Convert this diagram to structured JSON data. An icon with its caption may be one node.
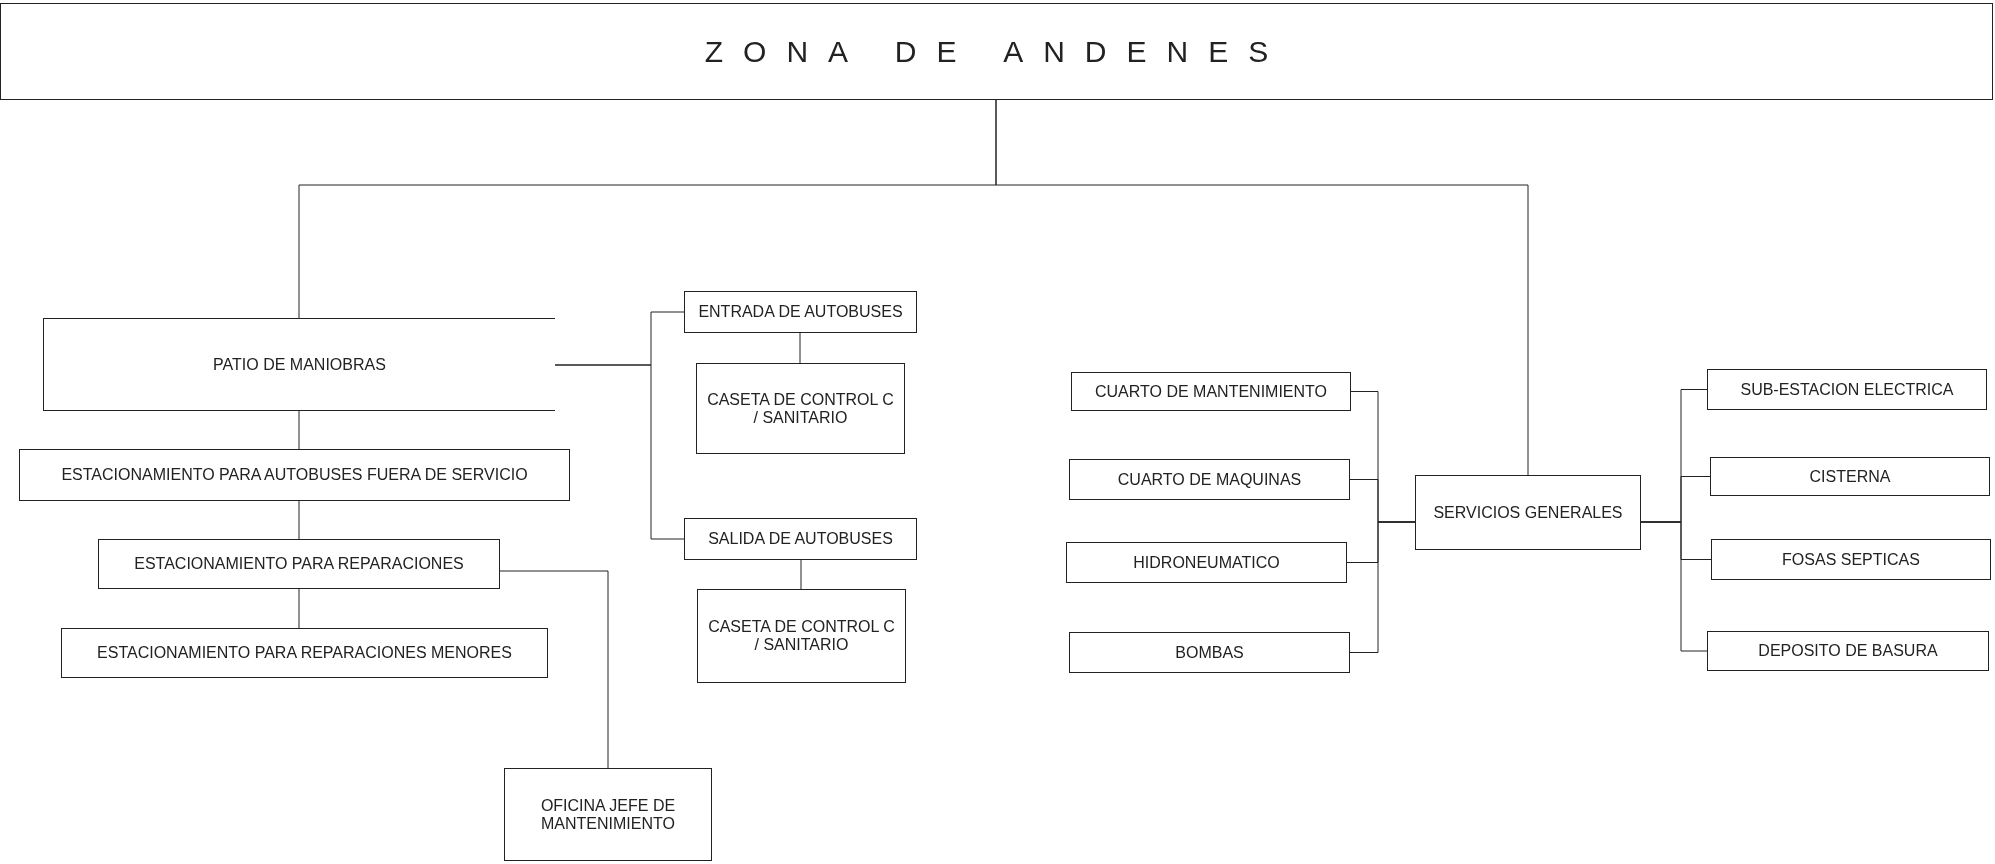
{
  "diagram": {
    "nodes": [
      {
        "text": [
          "ZONA DE ANDENES"
        ]
      },
      {
        "text": [
          "PATIO DE MANIOBRAS"
        ]
      },
      {
        "text": [
          "ESTACIONAMIENTO PARA AUTOBUSES FUERA DE SERVICIO"
        ]
      },
      {
        "text": [
          "ESTACIONAMIENTO PARA REPARACIONES"
        ]
      },
      {
        "text": [
          "ESTACIONAMIENTO PARA REPARACIONES MENORES"
        ]
      },
      {
        "text": [
          "OFICINA JEFE DE MANTENIMIENTO"
        ]
      },
      {
        "text": [
          "ENTRADA DE AUTOBUSES"
        ]
      },
      {
        "text": [
          "CASETA DE CONTROL C / SANITARIO"
        ]
      },
      {
        "text": [
          "SALIDA DE AUTOBUSES"
        ]
      },
      {
        "text": [
          "CASETA DE CONTROL C / SANITARIO"
        ]
      },
      {
        "text": [
          "CUARTO DE MANTENIMIENTO"
        ]
      },
      {
        "text": [
          "CUARTO DE MAQUINAS"
        ]
      },
      {
        "text": [
          "HIDRONEUMATICO"
        ]
      },
      {
        "text": [
          "BOMBAS"
        ]
      },
      {
        "text": [
          "SERVICIOS GENERALES"
        ]
      },
      {
        "text": [
          "SUB-ESTACION ELECTRICA"
        ]
      },
      {
        "text": [
          "CISTERNA"
        ]
      },
      {
        "text": [
          "FOSAS SEPTICAS"
        ]
      },
      {
        "text": [
          "DEPOSITO DE BASURA"
        ]
      }
    ],
    "edges": [
      {
        "from": 0,
        "to": 1,
        "arrow": "none"
      },
      {
        "from": 0,
        "to": 14,
        "arrow": "none"
      },
      {
        "from": 1,
        "to": 2,
        "arrow": "none"
      },
      {
        "from": 2,
        "to": 3,
        "arrow": "none"
      },
      {
        "from": 3,
        "to": 4,
        "arrow": "none"
      },
      {
        "from": 3,
        "to": 5,
        "arrow": "none"
      },
      {
        "from": 1,
        "to": 6,
        "arrow": "none"
      },
      {
        "from": 1,
        "to": 8,
        "arrow": "none"
      },
      {
        "from": 6,
        "to": 7,
        "arrow": "none"
      },
      {
        "from": 8,
        "to": 9,
        "arrow": "none"
      },
      {
        "from": 14,
        "to": 10,
        "arrow": "none"
      },
      {
        "from": 14,
        "to": 11,
        "arrow": "none"
      },
      {
        "from": 14,
        "to": 12,
        "arrow": "none"
      },
      {
        "from": 14,
        "to": 13,
        "arrow": "none"
      },
      {
        "from": 14,
        "to": 15,
        "arrow": "none"
      },
      {
        "from": 14,
        "to": 16,
        "arrow": "none"
      },
      {
        "from": 14,
        "to": 17,
        "arrow": "none"
      },
      {
        "from": 14,
        "to": 18,
        "arrow": "none"
      }
    ]
  }
}
